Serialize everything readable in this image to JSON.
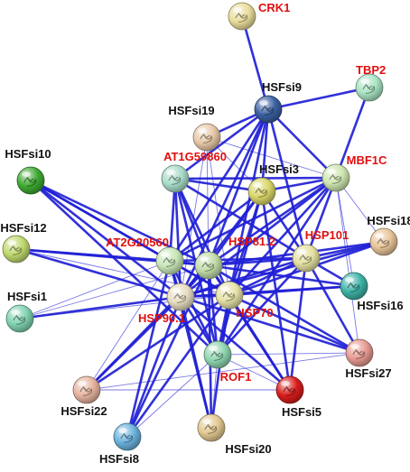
{
  "network": {
    "edge_color": "#1f1fd6",
    "label_colors": {
      "black": "#111111",
      "red": "#e01010"
    },
    "nodes": [
      {
        "id": "CRK1",
        "label": "CRK1",
        "label_color": "red",
        "node_color": "#e9dc9a"
      },
      {
        "id": "TBP2",
        "label": "TBP2",
        "label_color": "red",
        "node_color": "#a9e3c3"
      },
      {
        "id": "HSFsi9",
        "label": "HSFsi9",
        "label_color": "black",
        "node_color": "#3a5fa0"
      },
      {
        "id": "HSFsi19",
        "label": "HSFsi19",
        "label_color": "black",
        "node_color": "#e8c9a8"
      },
      {
        "id": "AT1G59860",
        "label": "AT1G59860",
        "label_color": "red",
        "node_color": "#a8dcc8"
      },
      {
        "id": "MBF1C",
        "label": "MBF1C",
        "label_color": "red",
        "node_color": "#cfe6b0"
      },
      {
        "id": "HSFsi10",
        "label": "HSFsi10",
        "label_color": "black",
        "node_color": "#3ea832"
      },
      {
        "id": "HSFsi3",
        "label": "HSFsi3",
        "label_color": "black",
        "node_color": "#d8d66a"
      },
      {
        "id": "HSFsi18",
        "label": "HSFsi18",
        "label_color": "black",
        "node_color": "#e8c498"
      },
      {
        "id": "HSFsi12",
        "label": "HSFsi12",
        "label_color": "black",
        "node_color": "#bfd96e"
      },
      {
        "id": "AT2G20560",
        "label": "AT2G20560",
        "label_color": "red",
        "node_color": "#c8e6b8"
      },
      {
        "id": "HSP81.2",
        "label": "HSP81.2",
        "label_color": "red",
        "node_color": "#c0dca8"
      },
      {
        "id": "HSP101",
        "label": "HSP101",
        "label_color": "red",
        "node_color": "#e4e0a0"
      },
      {
        "id": "HSFsi16",
        "label": "HSFsi16",
        "label_color": "black",
        "node_color": "#3eb2a6"
      },
      {
        "id": "HSFsi1",
        "label": "HSFsi1",
        "label_color": "black",
        "node_color": "#7fd2b0"
      },
      {
        "id": "HSP90.1",
        "label": "HSP90.1",
        "label_color": "red",
        "node_color": "#e8dcc0"
      },
      {
        "id": "HSP70",
        "label": "HSP70",
        "label_color": "red",
        "node_color": "#e6e2a8"
      },
      {
        "id": "ROF1",
        "label": "ROF1",
        "label_color": "red",
        "node_color": "#8fd6b0"
      },
      {
        "id": "HSFsi27",
        "label": "HSFsi27",
        "label_color": "black",
        "node_color": "#e89a92"
      },
      {
        "id": "HSFsi22",
        "label": "HSFsi22",
        "label_color": "black",
        "node_color": "#e6b4a0"
      },
      {
        "id": "HSFsi5",
        "label": "HSFsi5",
        "label_color": "black",
        "node_color": "#d81c1c"
      },
      {
        "id": "HSFsi20",
        "label": "HSFsi20",
        "label_color": "black",
        "node_color": "#e2c890"
      },
      {
        "id": "HSFsi8",
        "label": "HSFsi8",
        "label_color": "black",
        "node_color": "#6ab2dc"
      }
    ],
    "edges": [
      [
        "CRK1",
        "HSFsi9",
        2
      ],
      [
        "TBP2",
        "HSFsi9",
        2
      ],
      [
        "TBP2",
        "MBF1C",
        2
      ],
      [
        "HSFsi9",
        "HSFsi19",
        2
      ],
      [
        "HSFsi9",
        "AT1G59860",
        2
      ],
      [
        "HSFsi9",
        "MBF1C",
        2
      ],
      [
        "HSFsi9",
        "HSFsi3",
        2
      ],
      [
        "HSFsi9",
        "AT2G20560",
        2
      ],
      [
        "HSFsi9",
        "HSP81.2",
        2
      ],
      [
        "HSFsi9",
        "HSP101",
        2
      ],
      [
        "HSFsi9",
        "HSP90.1",
        2
      ],
      [
        "HSFsi9",
        "HSP70",
        2
      ],
      [
        "HSFsi19",
        "MBF1C",
        1
      ],
      [
        "HSFsi19",
        "HSFsi3",
        1
      ],
      [
        "HSFsi19",
        "HSP81.2",
        1
      ],
      [
        "HSFsi19",
        "HSP90.1",
        1
      ],
      [
        "HSFsi19",
        "HSP70",
        1
      ],
      [
        "AT1G59860",
        "HSFsi3",
        2
      ],
      [
        "AT1G59860",
        "MBF1C",
        2
      ],
      [
        "AT1G59860",
        "HSP81.2",
        2
      ],
      [
        "AT1G59860",
        "HSP90.1",
        2
      ],
      [
        "AT1G59860",
        "HSP70",
        2
      ],
      [
        "AT1G59860",
        "HSP101",
        2
      ],
      [
        "AT1G59860",
        "AT2G20560",
        2
      ],
      [
        "AT1G59860",
        "ROF1",
        2
      ],
      [
        "MBF1C",
        "HSFsi3",
        2
      ],
      [
        "MBF1C",
        "HSP81.2",
        2
      ],
      [
        "MBF1C",
        "HSP90.1",
        2
      ],
      [
        "MBF1C",
        "HSP70",
        2
      ],
      [
        "MBF1C",
        "HSP101",
        2
      ],
      [
        "MBF1C",
        "AT2G20560",
        2
      ],
      [
        "MBF1C",
        "ROF1",
        2
      ],
      [
        "MBF1C",
        "HSFsi16",
        1
      ],
      [
        "MBF1C",
        "HSFsi18",
        1
      ],
      [
        "MBF1C",
        "HSFsi27",
        1
      ],
      [
        "HSFsi10",
        "HSP81.2",
        2
      ],
      [
        "HSFsi10",
        "HSP90.1",
        2
      ],
      [
        "HSFsi10",
        "HSP70",
        2
      ],
      [
        "HSFsi10",
        "AT2G20560",
        2
      ],
      [
        "HSFsi10",
        "ROF1",
        2
      ],
      [
        "HSFsi3",
        "AT2G20560",
        2
      ],
      [
        "HSFsi3",
        "HSP81.2",
        2
      ],
      [
        "HSFsi3",
        "HSP101",
        2
      ],
      [
        "HSFsi3",
        "HSP90.1",
        2
      ],
      [
        "HSFsi3",
        "HSP70",
        2
      ],
      [
        "HSFsi3",
        "ROF1",
        2
      ],
      [
        "HSFsi3",
        "HSFsi5",
        2
      ],
      [
        "HSFsi18",
        "HSP81.2",
        2
      ],
      [
        "HSFsi18",
        "HSP101",
        2
      ],
      [
        "HSFsi18",
        "HSP70",
        2
      ],
      [
        "HSFsi18",
        "HSP90.1",
        2
      ],
      [
        "HSFsi12",
        "AT2G20560",
        2
      ],
      [
        "HSFsi12",
        "HSP81.2",
        2
      ],
      [
        "HSFsi12",
        "HSP90.1",
        2
      ],
      [
        "HSFsi12",
        "HSP70",
        1
      ],
      [
        "AT2G20560",
        "HSP81.2",
        2
      ],
      [
        "AT2G20560",
        "HSP90.1",
        2
      ],
      [
        "AT2G20560",
        "HSP70",
        2
      ],
      [
        "AT2G20560",
        "HSP101",
        2
      ],
      [
        "AT2G20560",
        "ROF1",
        2
      ],
      [
        "AT2G20560",
        "HSFsi20",
        2
      ],
      [
        "AT2G20560",
        "HSFsi8",
        2
      ],
      [
        "AT2G20560",
        "HSFsi22",
        1
      ],
      [
        "HSP81.2",
        "HSP101",
        2
      ],
      [
        "HSP81.2",
        "HSP90.1",
        2
      ],
      [
        "HSP81.2",
        "HSP70",
        2
      ],
      [
        "HSP81.2",
        "ROF1",
        2
      ],
      [
        "HSP81.2",
        "HSFsi16",
        2
      ],
      [
        "HSP81.2",
        "HSFsi27",
        2
      ],
      [
        "HSP81.2",
        "HSFsi5",
        2
      ],
      [
        "HSP81.2",
        "HSFsi20",
        2
      ],
      [
        "HSP81.2",
        "HSFsi8",
        2
      ],
      [
        "HSP81.2",
        "HSFsi22",
        2
      ],
      [
        "HSP81.2",
        "HSFsi1",
        1
      ],
      [
        "HSP101",
        "HSP90.1",
        2
      ],
      [
        "HSP101",
        "HSP70",
        2
      ],
      [
        "HSP101",
        "ROF1",
        2
      ],
      [
        "HSP101",
        "HSFsi16",
        2
      ],
      [
        "HSP101",
        "HSFsi27",
        2
      ],
      [
        "HSP101",
        "HSFsi5",
        2
      ],
      [
        "HSFsi16",
        "HSP70",
        2
      ],
      [
        "HSFsi16",
        "HSP90.1",
        2
      ],
      [
        "HSFsi1",
        "AT2G20560",
        1
      ],
      [
        "HSFsi1",
        "HSP90.1",
        2
      ],
      [
        "HSFsi1",
        "HSP70",
        1
      ],
      [
        "HSP90.1",
        "HSP70",
        2
      ],
      [
        "HSP90.1",
        "ROF1",
        2
      ],
      [
        "HSP90.1",
        "HSFsi27",
        2
      ],
      [
        "HSP90.1",
        "HSFsi5",
        2
      ],
      [
        "HSP90.1",
        "HSFsi20",
        2
      ],
      [
        "HSP90.1",
        "HSFsi8",
        2
      ],
      [
        "HSP90.1",
        "HSFsi22",
        2
      ],
      [
        "HSP70",
        "ROF1",
        2
      ],
      [
        "HSP70",
        "HSFsi27",
        2
      ],
      [
        "HSP70",
        "HSFsi5",
        2
      ],
      [
        "HSP70",
        "HSFsi20",
        2
      ],
      [
        "HSP70",
        "HSFsi8",
        2
      ],
      [
        "HSP70",
        "HSFsi22",
        2
      ],
      [
        "ROF1",
        "HSFsi27",
        1
      ],
      [
        "ROF1",
        "HSFsi5",
        1
      ],
      [
        "ROF1",
        "HSFsi20",
        1
      ],
      [
        "ROF1",
        "HSFsi8",
        1
      ],
      [
        "HSFsi22",
        "HSFsi5",
        1
      ],
      [
        "HSFsi22",
        "HSFsi27",
        1
      ]
    ]
  }
}
